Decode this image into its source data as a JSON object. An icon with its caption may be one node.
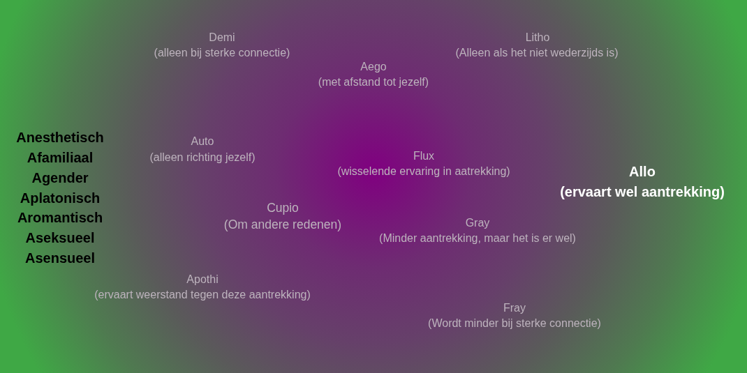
{
  "diagram": {
    "labels": [
      "Demi",
      "(alleen bij sterke connectie)",
      "Litho",
      "(Alleen als het niet wederzijds is)",
      "Aego",
      "(met afstand tot jezelf)",
      "Anesthetisch",
      "Afamiliaal",
      "Agender",
      "Aplatonisch",
      "Aromantisch",
      "Aseksueel",
      "Asensueel",
      "Auto",
      "(alleen richting jezelf)",
      "Flux",
      "(wisselende ervaring in aatrekking)",
      "Allo",
      "(ervaart wel aantrekking)",
      "Cupio",
      "(Om andere redenen)",
      "Gray",
      "(Minder aantrekking, maar het is er wel)",
      "Apothi",
      "(ervaart weerstand tegen deze aantrekking)",
      "Fray",
      "(Wordt minder bij sterke connectie)"
    ]
  }
}
